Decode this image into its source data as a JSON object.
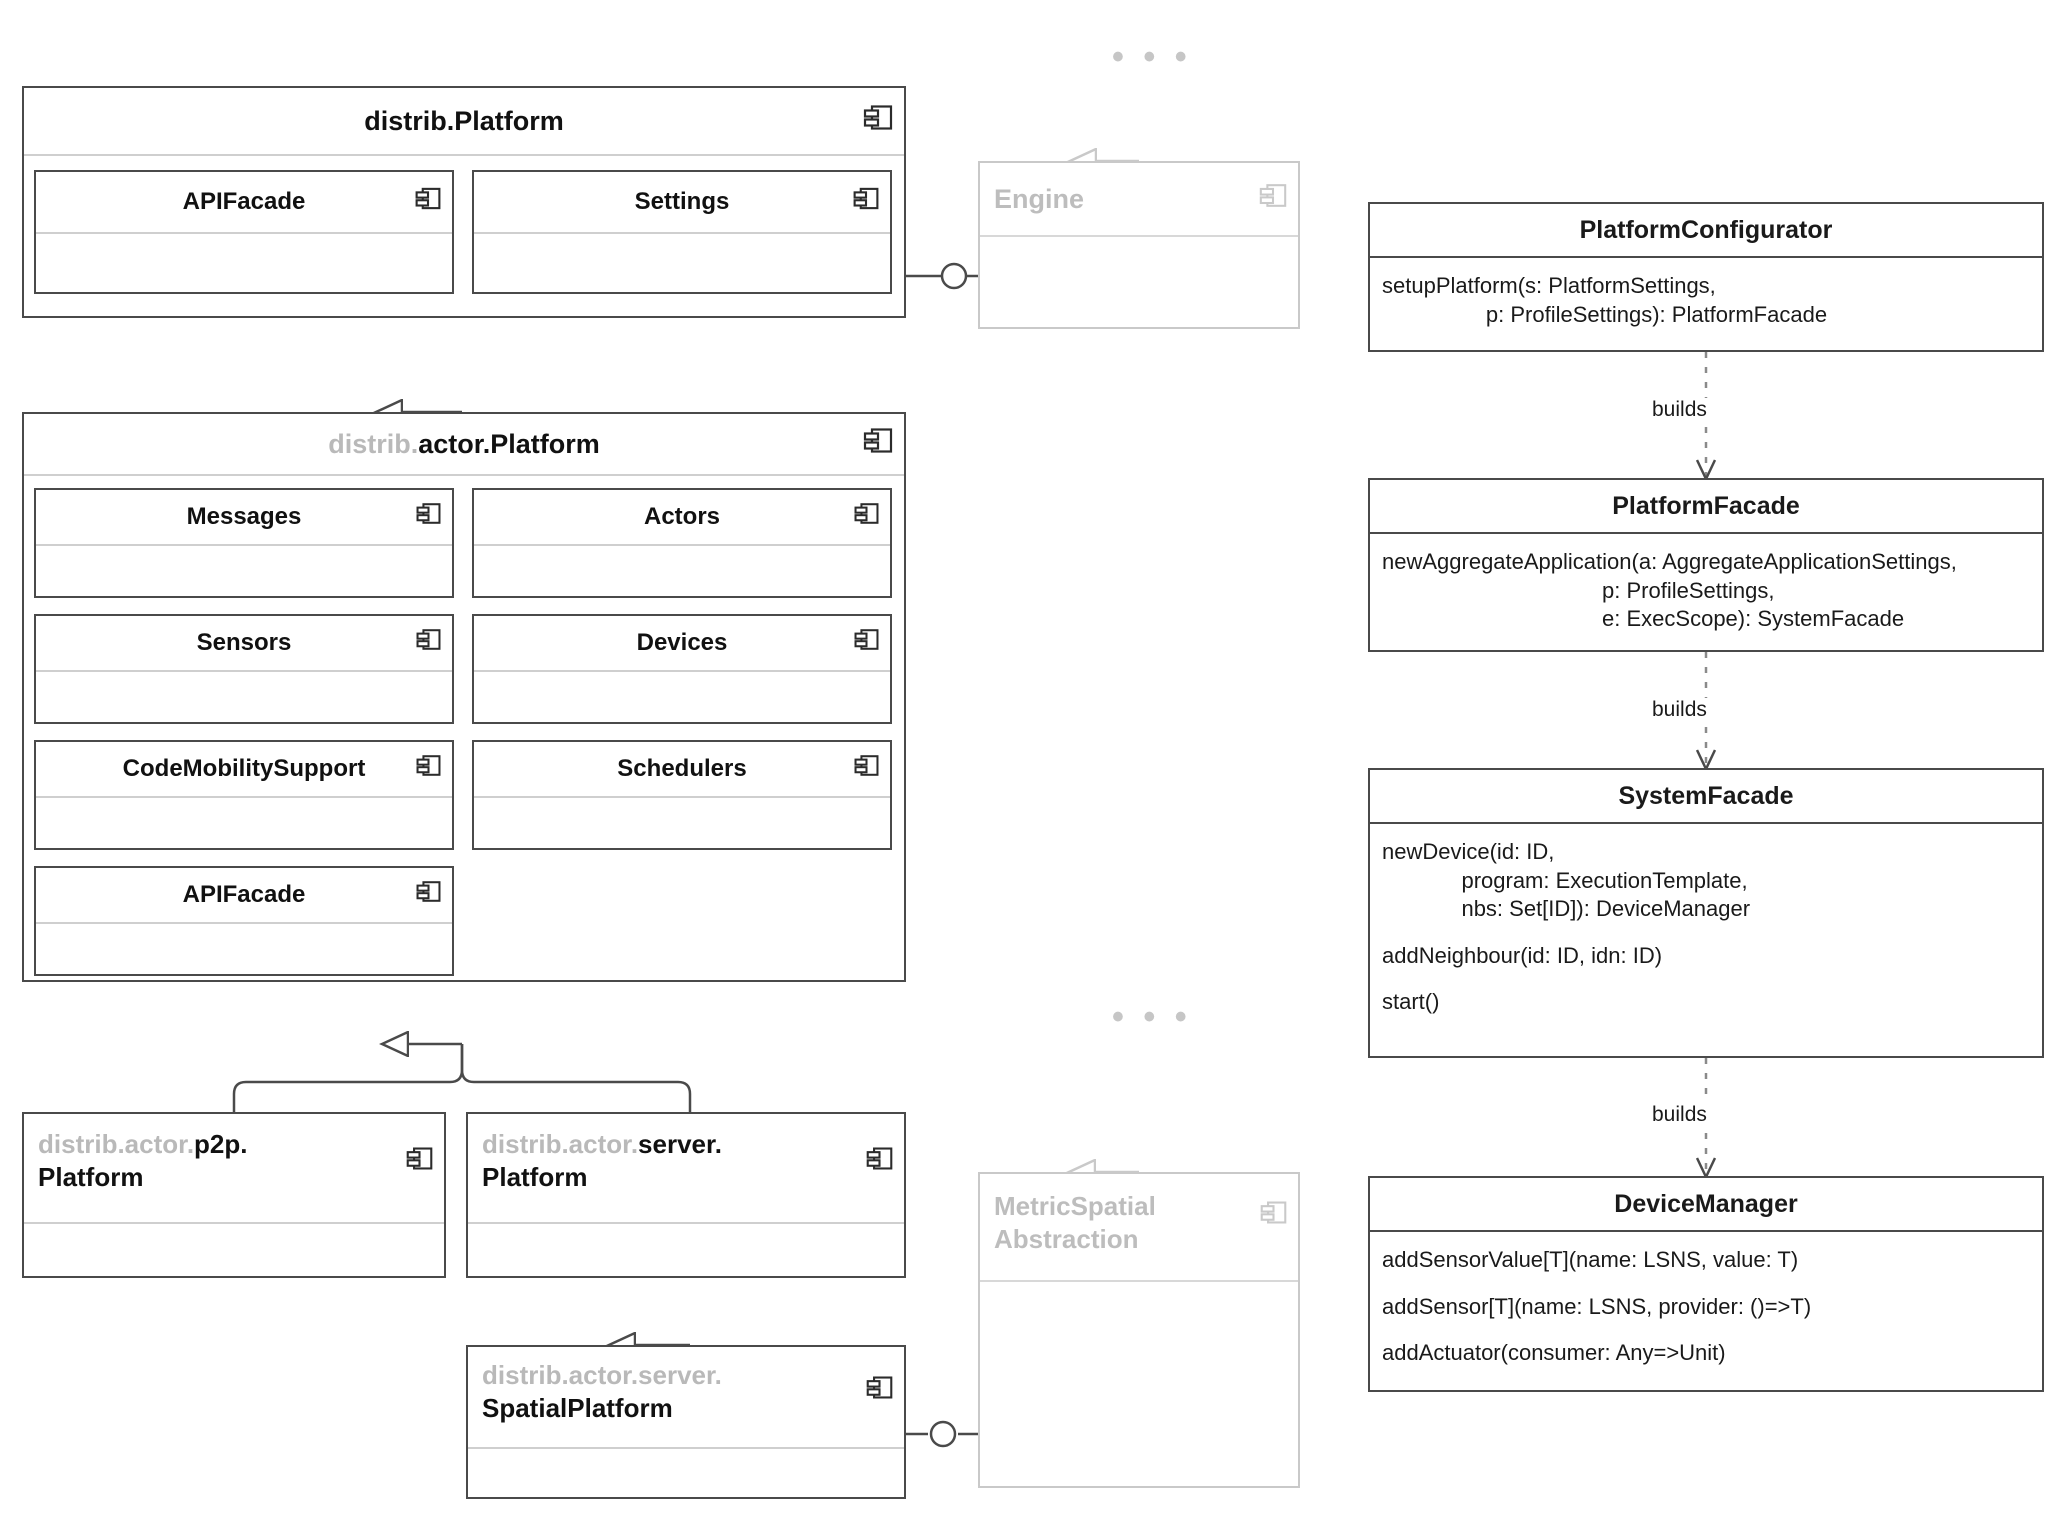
{
  "diagram": {
    "kind": "uml-component-class-diagram",
    "colors": {
      "stroke": "#4a4a4a",
      "faded_stroke": "#c9c9c9",
      "namespace_text": "#b9b9b9",
      "name_text": "#111111",
      "faded_text": "#bdbdbd",
      "background": "#ffffff"
    }
  },
  "components": {
    "distrib_platform": {
      "namespace": "",
      "name": "distrib.Platform",
      "icon": "component-icon",
      "subcomponents": [
        {
          "name": "APIFacade",
          "icon": "component-icon"
        },
        {
          "name": "Settings",
          "icon": "component-icon"
        }
      ]
    },
    "distrib_actor_platform": {
      "namespace": "distrib.",
      "name": "actor.Platform",
      "icon": "component-icon",
      "subcomponents": [
        {
          "name": "Messages",
          "icon": "component-icon"
        },
        {
          "name": "Actors",
          "icon": "component-icon"
        },
        {
          "name": "Sensors",
          "icon": "component-icon"
        },
        {
          "name": "Devices",
          "icon": "component-icon"
        },
        {
          "name": "CodeMobilitySupport",
          "icon": "component-icon"
        },
        {
          "name": "Schedulers",
          "icon": "component-icon"
        },
        {
          "name": "APIFacade",
          "icon": "component-icon"
        }
      ]
    },
    "p2p_platform": {
      "namespace": "distrib.actor.",
      "name_line1": "p2p.",
      "name_line2": "Platform",
      "icon": "component-icon"
    },
    "server_platform": {
      "namespace": "distrib.actor.",
      "name_line1": "server.",
      "name_line2": "Platform",
      "icon": "component-icon"
    },
    "server_spatial_platform": {
      "namespace": "distrib.actor.server.",
      "name_line1": "",
      "name_line2": "SpatialPlatform",
      "icon": "component-icon"
    },
    "engine": {
      "name": "Engine",
      "icon": "component-icon",
      "faded": true,
      "ellipsis": "• • •"
    },
    "metric_spatial_abstraction": {
      "name_line1": "MetricSpatial",
      "name_line2": "Abstraction",
      "icon": "component-icon",
      "faded": true,
      "ellipsis": "• • •"
    }
  },
  "classes": [
    {
      "id": "platform-configurator",
      "name": "PlatformConfigurator",
      "operations": [
        "setupPlatform(s: PlatformSettings,\n                 p: ProfileSettings): PlatformFacade"
      ]
    },
    {
      "id": "platform-facade",
      "name": "PlatformFacade",
      "operations": [
        "newAggregateApplication(a: AggregateApplicationSettings,\n                                    p: ProfileSettings,\n                                    e: ExecScope): SystemFacade"
      ]
    },
    {
      "id": "system-facade",
      "name": "SystemFacade",
      "operations": [
        "newDevice(id: ID,\n             program: ExecutionTemplate,\n             nbs: Set[ID]): DeviceManager",
        "addNeighbour(id: ID, idn: ID)",
        "start()"
      ]
    },
    {
      "id": "device-manager",
      "name": "DeviceManager",
      "operations": [
        "addSensorValue[T](name: LSNS, value: T)",
        "addSensor[T](name: LSNS, provider: ()=>T)",
        "addActuator(consumer: Any=>Unit)"
      ]
    }
  ],
  "relationships": [
    {
      "id": "gen-platform",
      "type": "generalization",
      "from": "distrib.actor.Platform",
      "to": "distrib.Platform",
      "label": ""
    },
    {
      "id": "gen-p2p",
      "type": "generalization",
      "from": "distrib.actor.p2p.Platform",
      "to": "distrib.actor.Platform",
      "label": ""
    },
    {
      "id": "gen-server",
      "type": "generalization",
      "from": "distrib.actor.server.Platform",
      "to": "distrib.actor.Platform",
      "label": ""
    },
    {
      "id": "gen-spatial",
      "type": "generalization",
      "from": "distrib.actor.server.SpatialPlatform",
      "to": "distrib.actor.server.Platform",
      "label": ""
    },
    {
      "id": "gen-engine",
      "type": "generalization",
      "from": "Engine",
      "to": "(more)",
      "label": ""
    },
    {
      "id": "gen-metric",
      "type": "generalization",
      "from": "MetricSpatialAbstraction",
      "to": "(more)",
      "label": ""
    },
    {
      "id": "iface-settings-engine",
      "type": "required-interface",
      "from": "distrib.Platform",
      "to": "Engine",
      "label": ""
    },
    {
      "id": "iface-spatial-metric",
      "type": "required-interface",
      "from": "distrib.actor.server.SpatialPlatform",
      "to": "MetricSpatialAbstraction",
      "label": ""
    },
    {
      "id": "dep-configurator-facade",
      "type": "dependency",
      "from": "PlatformConfigurator",
      "to": "PlatformFacade",
      "label": "builds"
    },
    {
      "id": "dep-facade-system",
      "type": "dependency",
      "from": "PlatformFacade",
      "to": "SystemFacade",
      "label": "builds"
    },
    {
      "id": "dep-system-device",
      "type": "dependency",
      "from": "SystemFacade",
      "to": "DeviceManager",
      "label": "builds"
    }
  ]
}
